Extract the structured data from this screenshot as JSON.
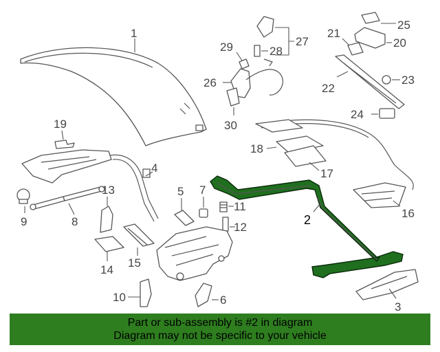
{
  "callouts": {
    "c1": "1",
    "c2": "2",
    "c3": "3",
    "c4": "4",
    "c5": "5",
    "c6": "6",
    "c7": "7",
    "c8": "8",
    "c9": "9",
    "c10": "10",
    "c11": "11",
    "c12": "12",
    "c13": "13",
    "c14": "14",
    "c15": "15",
    "c16": "16",
    "c17": "17",
    "c18": "18",
    "c19": "19",
    "c20": "20",
    "c21": "21",
    "c22": "22",
    "c23": "23",
    "c24": "24",
    "c25": "25",
    "c26": "26",
    "c27": "27",
    "c28": "28",
    "c29": "29",
    "c30": "30"
  },
  "banner": {
    "line1": "Part or sub-assembly is #2 in diagram",
    "line2": "Diagram may not be specific to your vehicle",
    "background_color": "#2e7d1f"
  },
  "highlight_color": "#1f6f1f"
}
